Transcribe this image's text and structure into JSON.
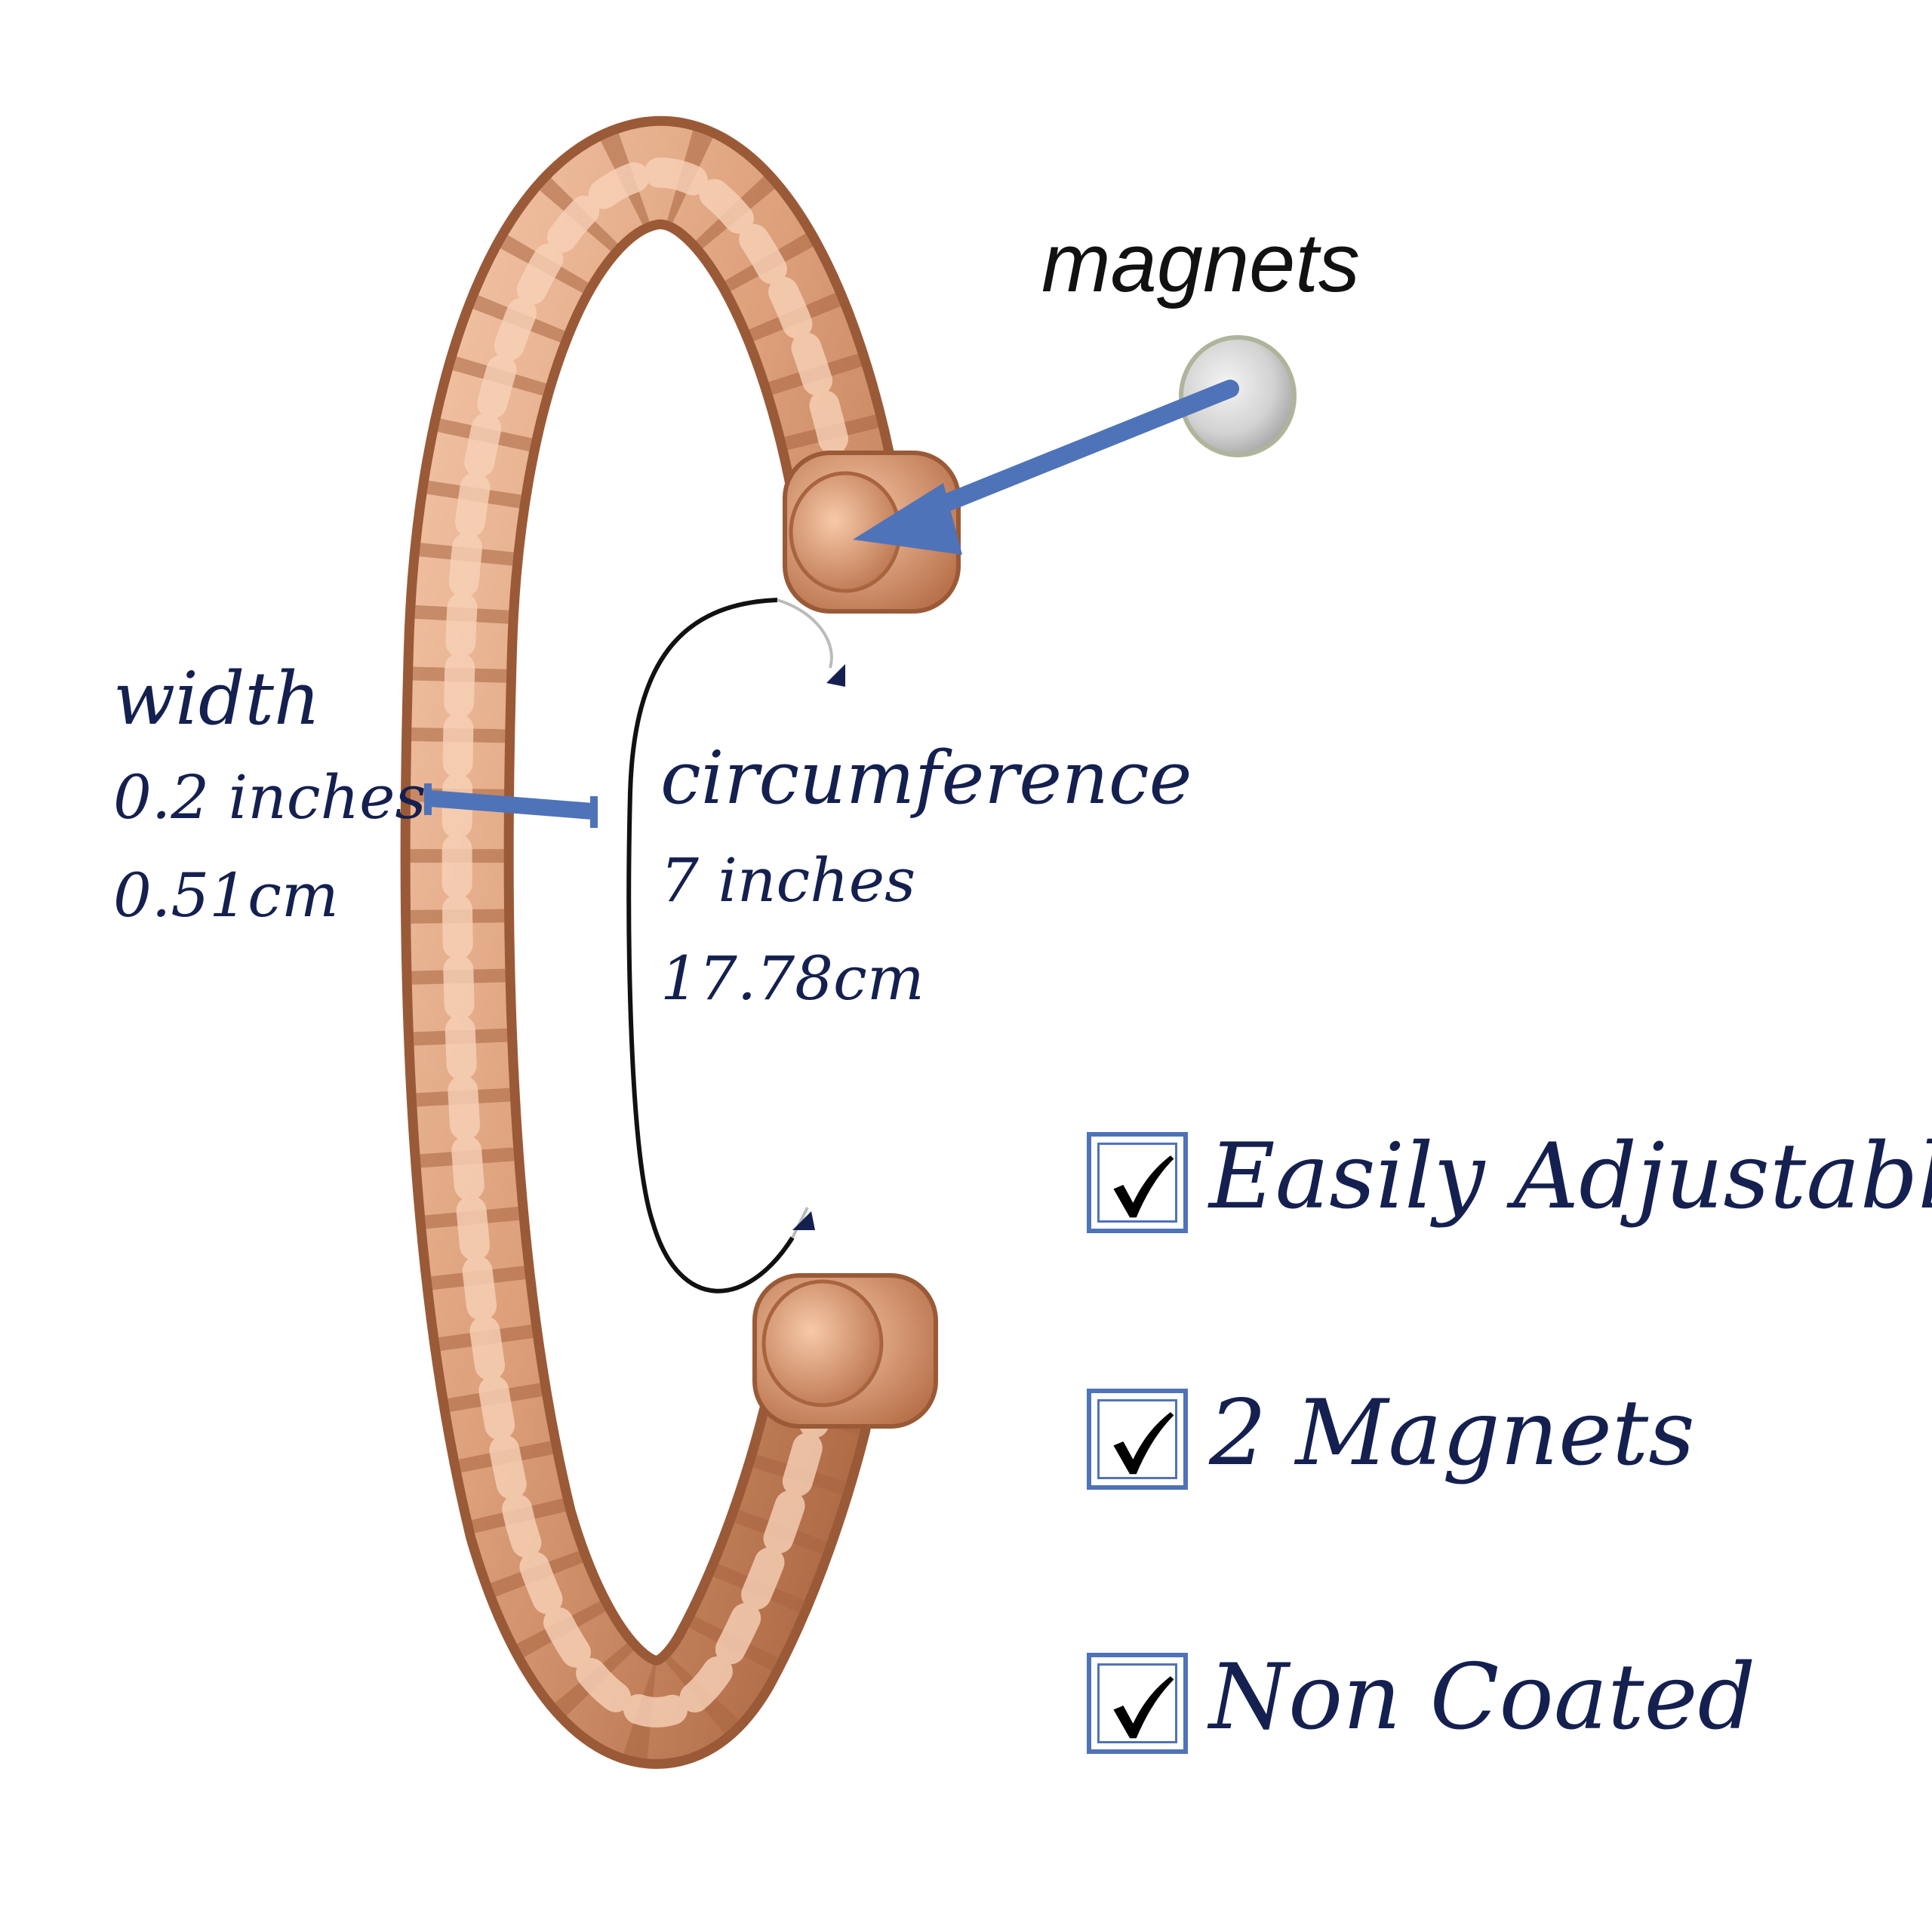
{
  "labels": {
    "magnets": "magnets",
    "width": {
      "title": "width",
      "inches": "0.2 inches",
      "cm": "0.51cm"
    },
    "circumference": {
      "title": "circumference",
      "inches": "7 inches",
      "cm": "17.78cm"
    }
  },
  "features": [
    {
      "label": "Easily Adjustable",
      "icon": "checkmark-icon"
    },
    {
      "label": "2 Magnets",
      "icon": "checkmark-icon"
    },
    {
      "label": "Non Coated",
      "icon": "checkmark-icon"
    }
  ],
  "colors": {
    "text": "#14204f",
    "arrow": "#4f73b8",
    "copper": "#d89a73",
    "background": "#ffffff"
  }
}
